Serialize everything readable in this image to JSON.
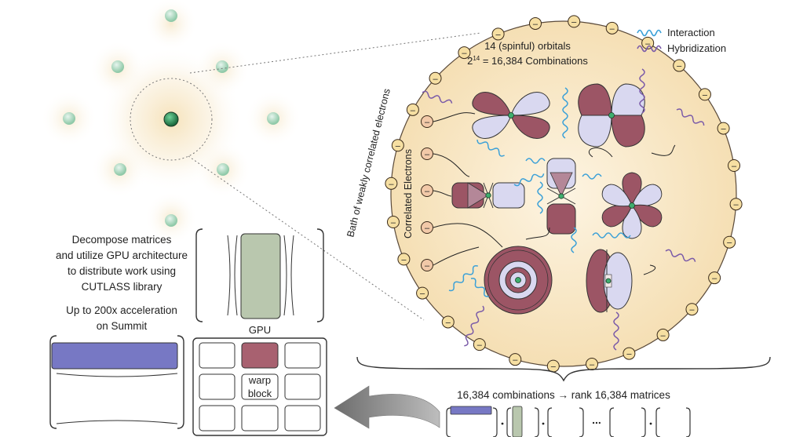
{
  "colors": {
    "interaction_wave": "#3aa0d8",
    "hybridization_wave": "#7a5aa8",
    "electron_fill": "#f2c9a8",
    "bath_electron_fill": "#f6dfa2",
    "orbital_maroon": "#9c5565",
    "orbital_lavender": "#d9d8f0",
    "bath_fill": "#fbedd0",
    "column_green": "#b9c7ae",
    "row_blue": "#7778c4",
    "warp_maroon": "#a86170",
    "arrow_gray": "#7d7d7d"
  },
  "header": {
    "orbitals_line": "14 (spinful) orbitals",
    "combinations_base": "2",
    "combinations_exponent": "14",
    "combinations_rest": " = 16,384 Combinations"
  },
  "legend": {
    "interaction": "Interaction",
    "hybridization": "Hybridization"
  },
  "labels": {
    "bath": "Bath of weakly correlated electrons",
    "correlated": "Correlated Electrons"
  },
  "electron_symbol": "–",
  "decompose_text": [
    "Decompose matrices",
    "and utilize GPU architecture",
    "to distribute work using",
    "CUTLASS library"
  ],
  "acceleration_text": [
    "Up to 200x acceleration",
    "on Summit"
  ],
  "gpu": {
    "label": "GPU",
    "warp_label": "warp",
    "block_label": "block"
  },
  "bottom": {
    "rank_text": "16,384 combinations → rank 16,384 matrices",
    "dots": "..."
  }
}
